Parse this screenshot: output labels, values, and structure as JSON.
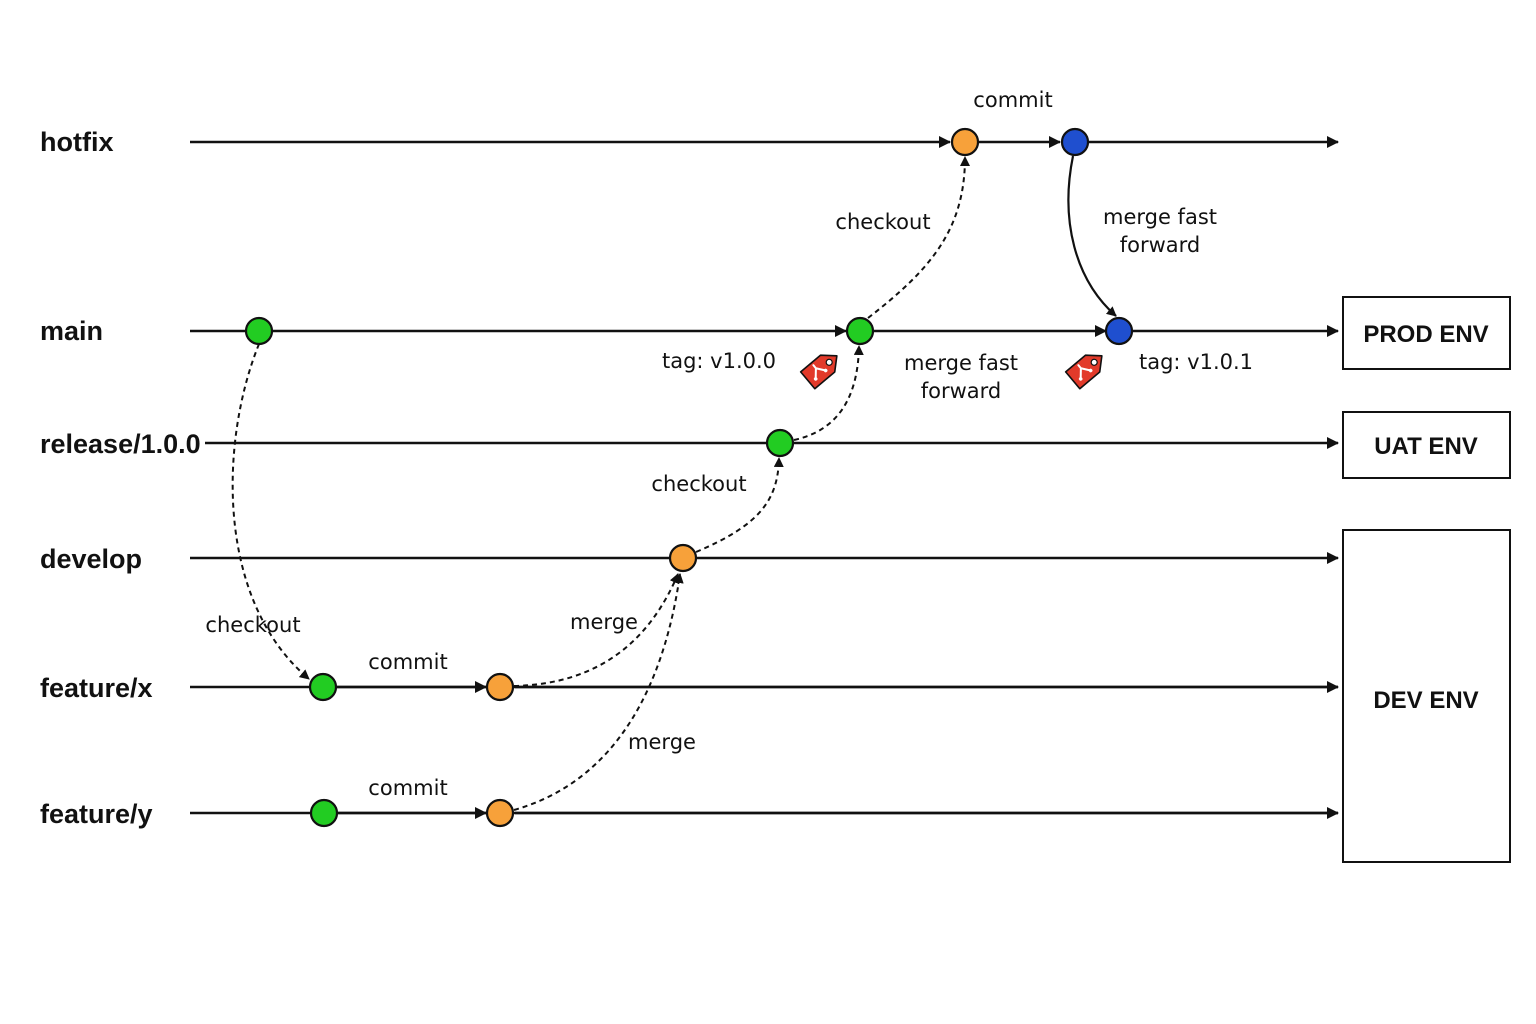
{
  "colors": {
    "green": "#22cc22",
    "orange": "#f7a13a",
    "blue": "#1f4fcf",
    "tag": "#e23a2a",
    "line": "#111111"
  },
  "branches": {
    "hotfix": "hotfix",
    "main": "main",
    "release": "release/1.0.0",
    "develop": "develop",
    "feature_x": "feature/x",
    "feature_y": "feature/y"
  },
  "environments": {
    "prod": "PROD ENV",
    "uat": "UAT ENV",
    "dev": "DEV ENV"
  },
  "annotations": {
    "hotfix_commit": "commit",
    "hotfix_checkout": "checkout",
    "hotfix_merge_l1": "merge fast",
    "hotfix_merge_l2": "forward",
    "main_tag_1": "tag: v1.0.0",
    "main_tag_2": "tag: v1.0.1",
    "release_merge_l1": "merge fast",
    "release_merge_l2": "forward",
    "release_checkout": "checkout",
    "feature_x_checkout": "checkout",
    "develop_merge_x": "merge",
    "feature_x_commit": "commit",
    "develop_merge_y": "merge",
    "feature_y_commit": "commit"
  },
  "icons": {
    "tag": "git-tag-icon"
  }
}
